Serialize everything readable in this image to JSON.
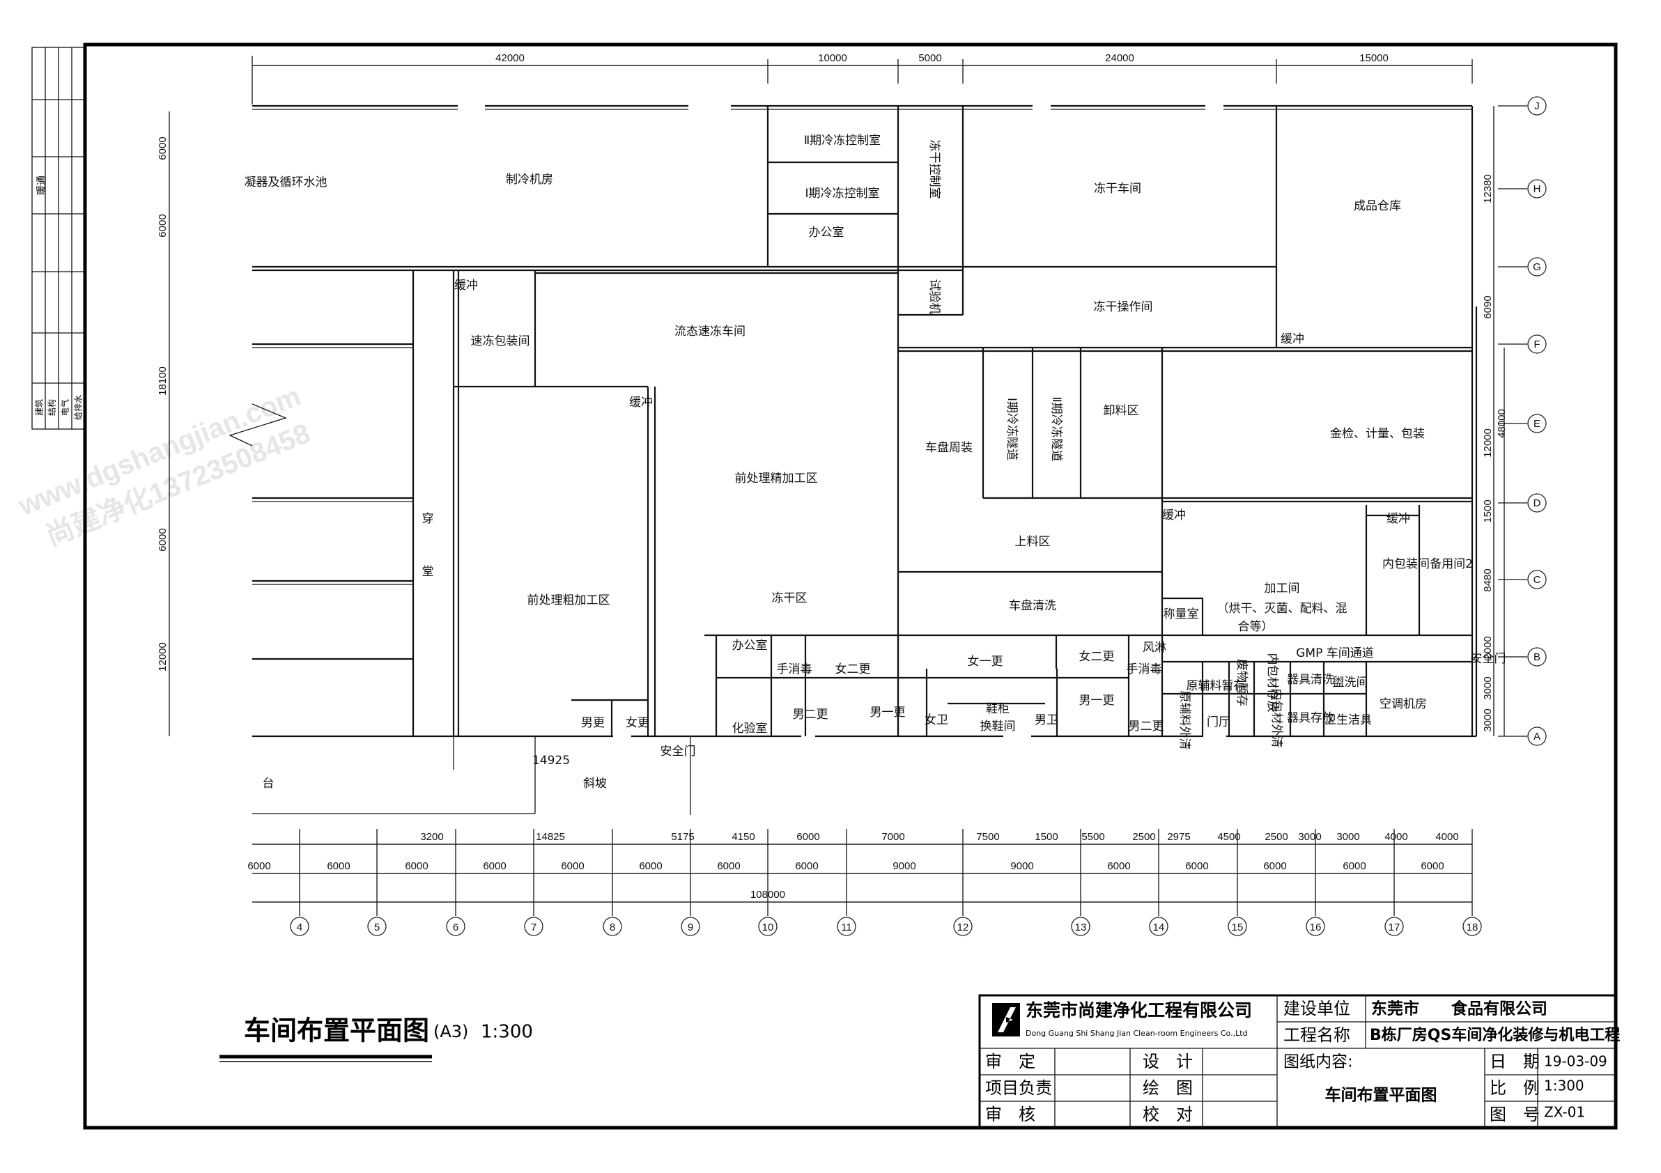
{
  "stamp_table": {
    "hvac": "暖通",
    "arch": "建筑",
    "struct": "结构",
    "elec": "电气",
    "water": "给排水"
  },
  "watermark": {
    "url": "www.dgshangjian.com",
    "phone": "尚建净化13723508458"
  },
  "rooms": [
    "凝器及循环水池",
    "制冷机房",
    "Ⅱ期冷冻控制室",
    "Ⅰ期冷冻控制室",
    "办公室",
    "冻干控制室",
    "冻干车间",
    "成品仓库",
    "缓冲",
    "速冻包装间",
    "流态速冻车间",
    "试验机",
    "冻干操作间",
    "缓冲",
    "缓冲",
    "前处理精加工区",
    "车盘周装",
    "Ⅰ期冷冻隧道",
    "Ⅱ期冷冻隧道",
    "卸料区",
    "金检、计量、包装",
    "穿",
    "堂",
    "缓冲",
    "缓冲",
    "上料区",
    "内包装间",
    "备用间2",
    "前处理粗加工区",
    "冻干区",
    "车盘清洗",
    "加工间",
    "（烘干、灭菌、配料、混",
    "合等）",
    "称量室",
    "GMP 车间通道",
    "风淋",
    "安全门",
    "办公室",
    "手消毒",
    "女二更",
    "女一更",
    "女二更",
    "手消毒",
    "原辅料暂存",
    "废物暂存",
    "内包材存放",
    "器具清洗",
    "盥洗间",
    "空调机房",
    "化验室",
    "男二更",
    "男一更",
    "女卫",
    "鞋柜",
    "换鞋间",
    "男卫",
    "男一更",
    "男二更",
    "原辅料外清",
    "门厅",
    "内包材外清",
    "器具存放",
    "卫生洁具",
    "男更",
    "女更",
    "安全门",
    "14925",
    "斜坡",
    "台"
  ],
  "dimensions": {
    "top": [
      "42000",
      "10000",
      "5000",
      "24000",
      "15000"
    ],
    "bottom_row1": [
      "3200",
      "14825",
      "5175",
      "4150",
      "6000",
      "7000",
      "7500",
      "1500",
      "5500",
      "2500",
      "2975",
      "4500",
      "2500",
      "3000",
      "3000",
      "4000",
      "4000"
    ],
    "bottom_row2": [
      "6000",
      "6000",
      "6000",
      "6000",
      "6000",
      "6000",
      "6000",
      "6000",
      "9000",
      "9000",
      "6000",
      "6000",
      "6000",
      "6000",
      "6000"
    ],
    "total": "108000",
    "left": [
      "6000",
      "6000",
      "18100",
      "6000",
      "12000"
    ],
    "right": [
      "12380",
      "6090",
      "12000",
      "48000",
      "1500",
      "8480",
      "2000",
      "3000",
      "3000"
    ]
  },
  "axes": {
    "columns": [
      "4",
      "5",
      "6",
      "7",
      "8",
      "9",
      "10",
      "11",
      "12",
      "13",
      "14",
      "15",
      "16",
      "17",
      "18"
    ],
    "rows": [
      "J",
      "H",
      "G",
      "F",
      "E",
      "D",
      "C",
      "B",
      "A"
    ]
  },
  "drawing_title": {
    "name": "车间布置平面图",
    "size": "(A3)",
    "scale": "1:300"
  },
  "title_block": {
    "company_cn": "东莞市尚建净化工程有限公司",
    "company_en": "Dong Guang Shi Shang Jian Clean-room Engineers Co.,Ltd",
    "client_label": "建设单位",
    "client": "东莞市　　食品有限公司",
    "project_label": "工程名称",
    "project": "B栋厂房QS车间净化装修与机电工程",
    "approve": "审　定",
    "design": "设　计",
    "pm": "项目负责",
    "draw": "绘　图",
    "review": "审　核",
    "check": "校　对",
    "content_label": "图纸内容:",
    "content": "车间布置平面图",
    "date_label": "日　期",
    "date": "19-03-09",
    "scale_label": "比　例",
    "scale": "1:300",
    "no_label": "图　号",
    "no": "ZX-01"
  }
}
